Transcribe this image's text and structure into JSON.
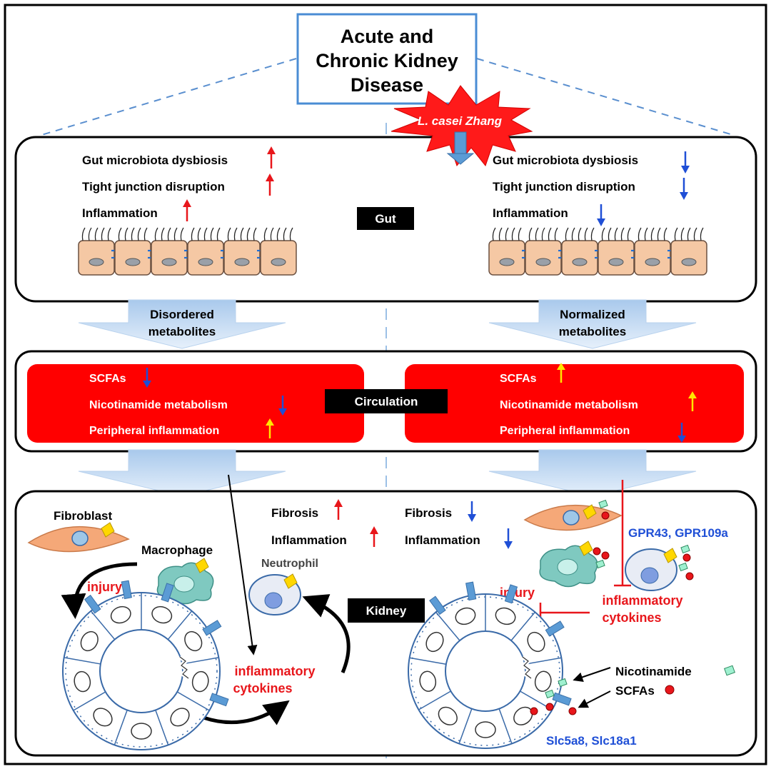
{
  "title": {
    "line1": "Acute and",
    "line2": "Chronic Kidney",
    "line3": "Disease"
  },
  "probiotic": "L. casei Zhang",
  "gut": {
    "label": "Gut",
    "left": [
      "Gut microbiota dysbiosis",
      "Tight junction disruption",
      "Inflammation"
    ],
    "right": [
      "Gut microbiota dysbiosis",
      "Tight junction disruption",
      "Inflammation"
    ]
  },
  "transfer": {
    "left": {
      "line1": "Disordered",
      "line2": "metabolites"
    },
    "right": {
      "line1": "Normalized",
      "line2": "metabolites"
    }
  },
  "circulation": {
    "label": "Circulation",
    "left": [
      "SCFAs",
      "Nicotinamide  metabolism",
      "Peripheral  inflammation"
    ],
    "right": [
      "SCFAs",
      "Nicotinamide  metabolism",
      "Peripheral  inflammation"
    ]
  },
  "kidney": {
    "label": "Kidney",
    "left": {
      "fibroblast": "Fibroblast",
      "macrophage": "Macrophage",
      "neutrophil": "Neutrophil",
      "injury": "injury",
      "fibrosis": "Fibrosis",
      "inflammation": "Inflammation",
      "cytokines": {
        "line1": "inflammatory",
        "line2": "cytokines"
      }
    },
    "right": {
      "fibrosis": "Fibrosis",
      "inflammation": "Inflammation",
      "receptors": "GPR43,  GPR109a",
      "injury": "injury",
      "cytokines": {
        "line1": "inflammatory",
        "line2": "cytokines"
      },
      "nicotinamide": "Nicotinamide",
      "scfas": "SCFAs",
      "transporters": "Slc5a8,  Slc18a1"
    }
  },
  "colors": {
    "red": "#e8161b",
    "blue": "#1f4fd6",
    "yellow": "#ffe600",
    "cell": "#f5c8a4",
    "tubule": "#3a6aa8"
  }
}
